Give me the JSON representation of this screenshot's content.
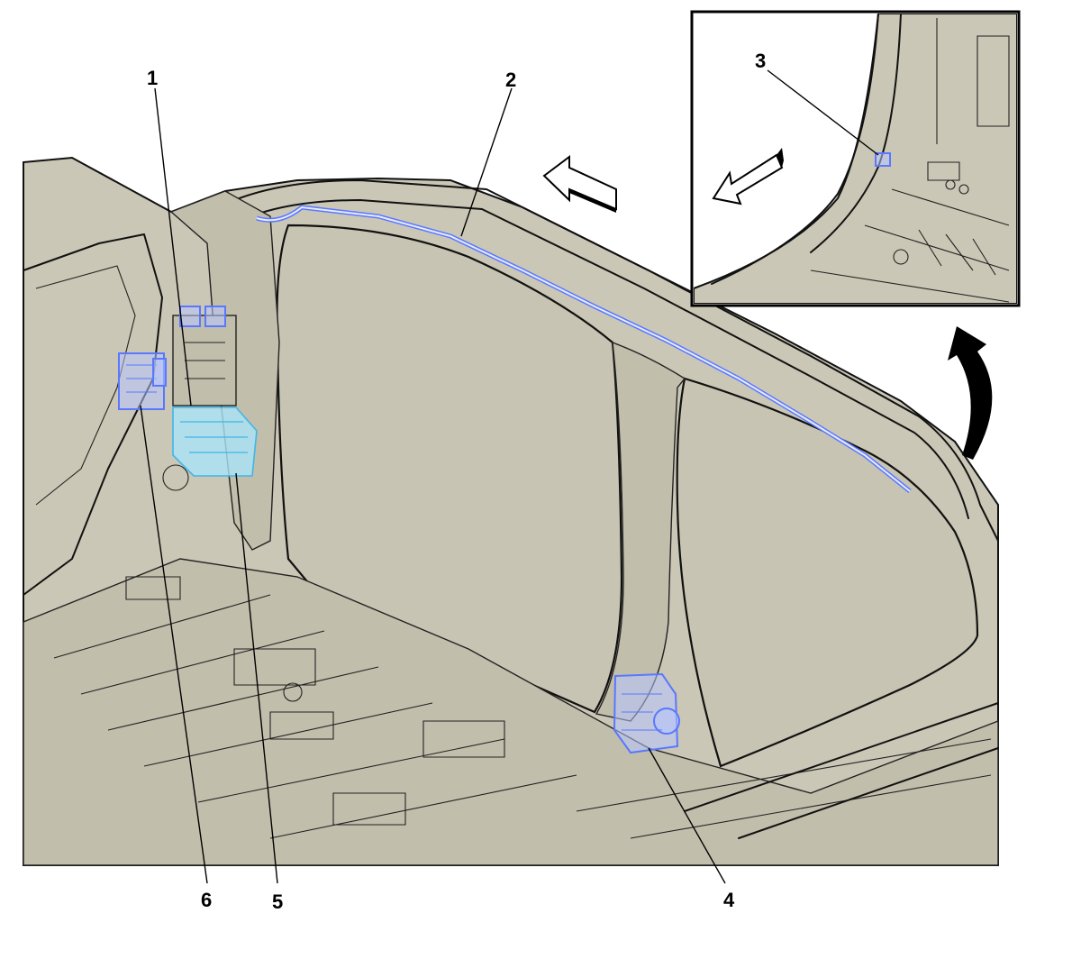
{
  "callouts": {
    "c1": "1",
    "c2": "2",
    "c3": "3",
    "c4": "4",
    "c5": "5",
    "c6": "6"
  },
  "colors": {
    "body": "#cbc7b6",
    "highlight_blue": "#5a78ff",
    "highlight_cyan": "#3fb6e8",
    "outline": "#111111"
  },
  "icons": [
    "direction-arrow-icon",
    "rotate-view-arrow-icon"
  ]
}
